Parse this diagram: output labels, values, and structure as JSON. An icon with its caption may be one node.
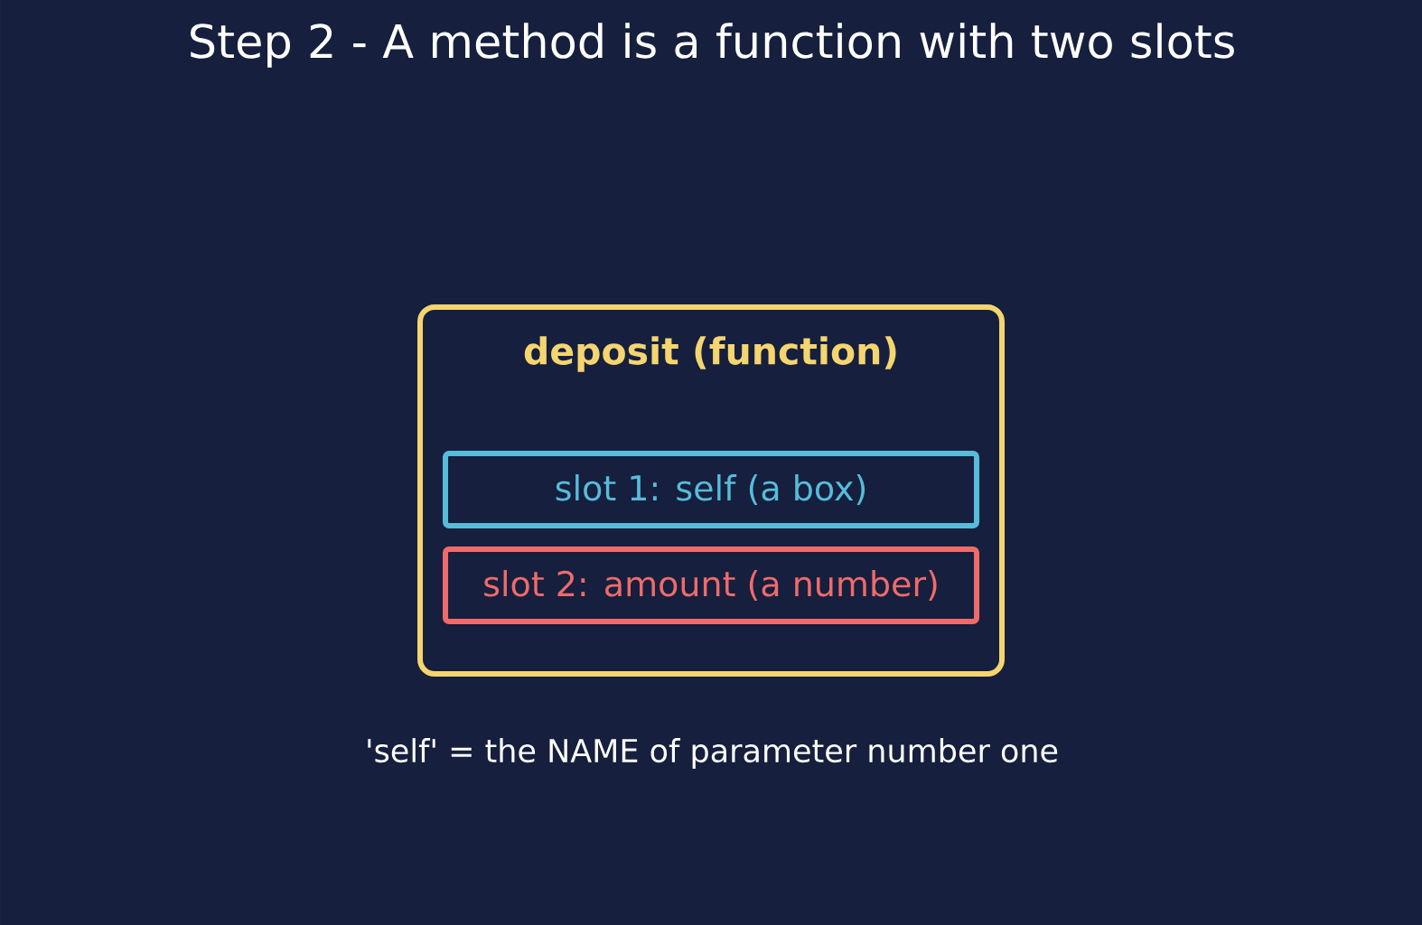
{
  "diagram": {
    "title": "Step 2 - A method is a function with two slots",
    "nodes": [
      {
        "text": [
          "deposit (function)"
        ]
      },
      {
        "text": [
          "slot 1: self (a box)"
        ],
        "in": 0
      },
      {
        "text": [
          "slot 2: amount (a number)"
        ],
        "in": 0
      }
    ],
    "labels": [
      "'self' = the NAME of parameter number one"
    ]
  }
}
